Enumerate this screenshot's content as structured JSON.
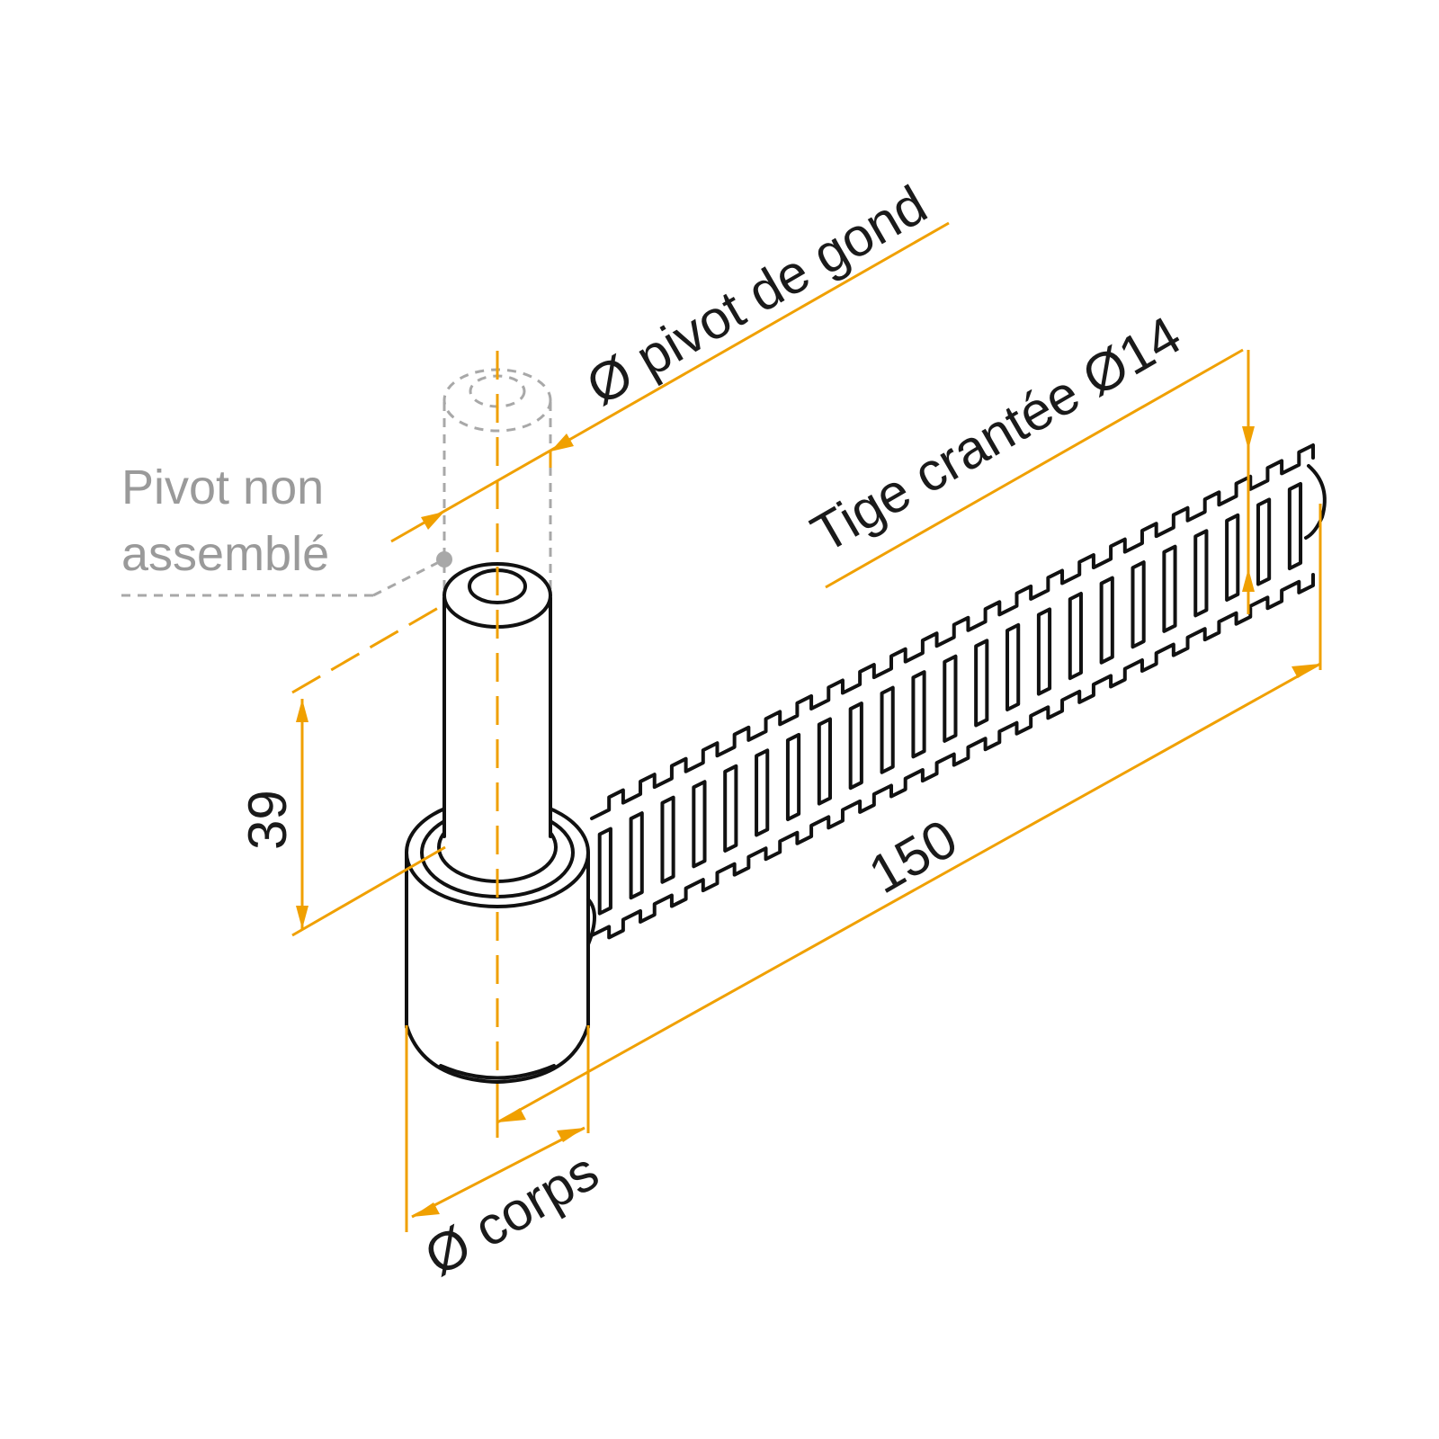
{
  "labels": {
    "pivot_diameter": "Ø pivot de gond",
    "threaded_rod": "Tige crantée Ø14",
    "note_line1": "Pivot non",
    "note_line2": "assemblé",
    "height": "39",
    "length": "150",
    "body_diameter": "Ø corps"
  },
  "colors": {
    "dimension": "#f0a000",
    "outline": "#111111",
    "ghost": "#a8a8a8",
    "text": "#1a1a1a",
    "note": "#9a9a9a"
  }
}
